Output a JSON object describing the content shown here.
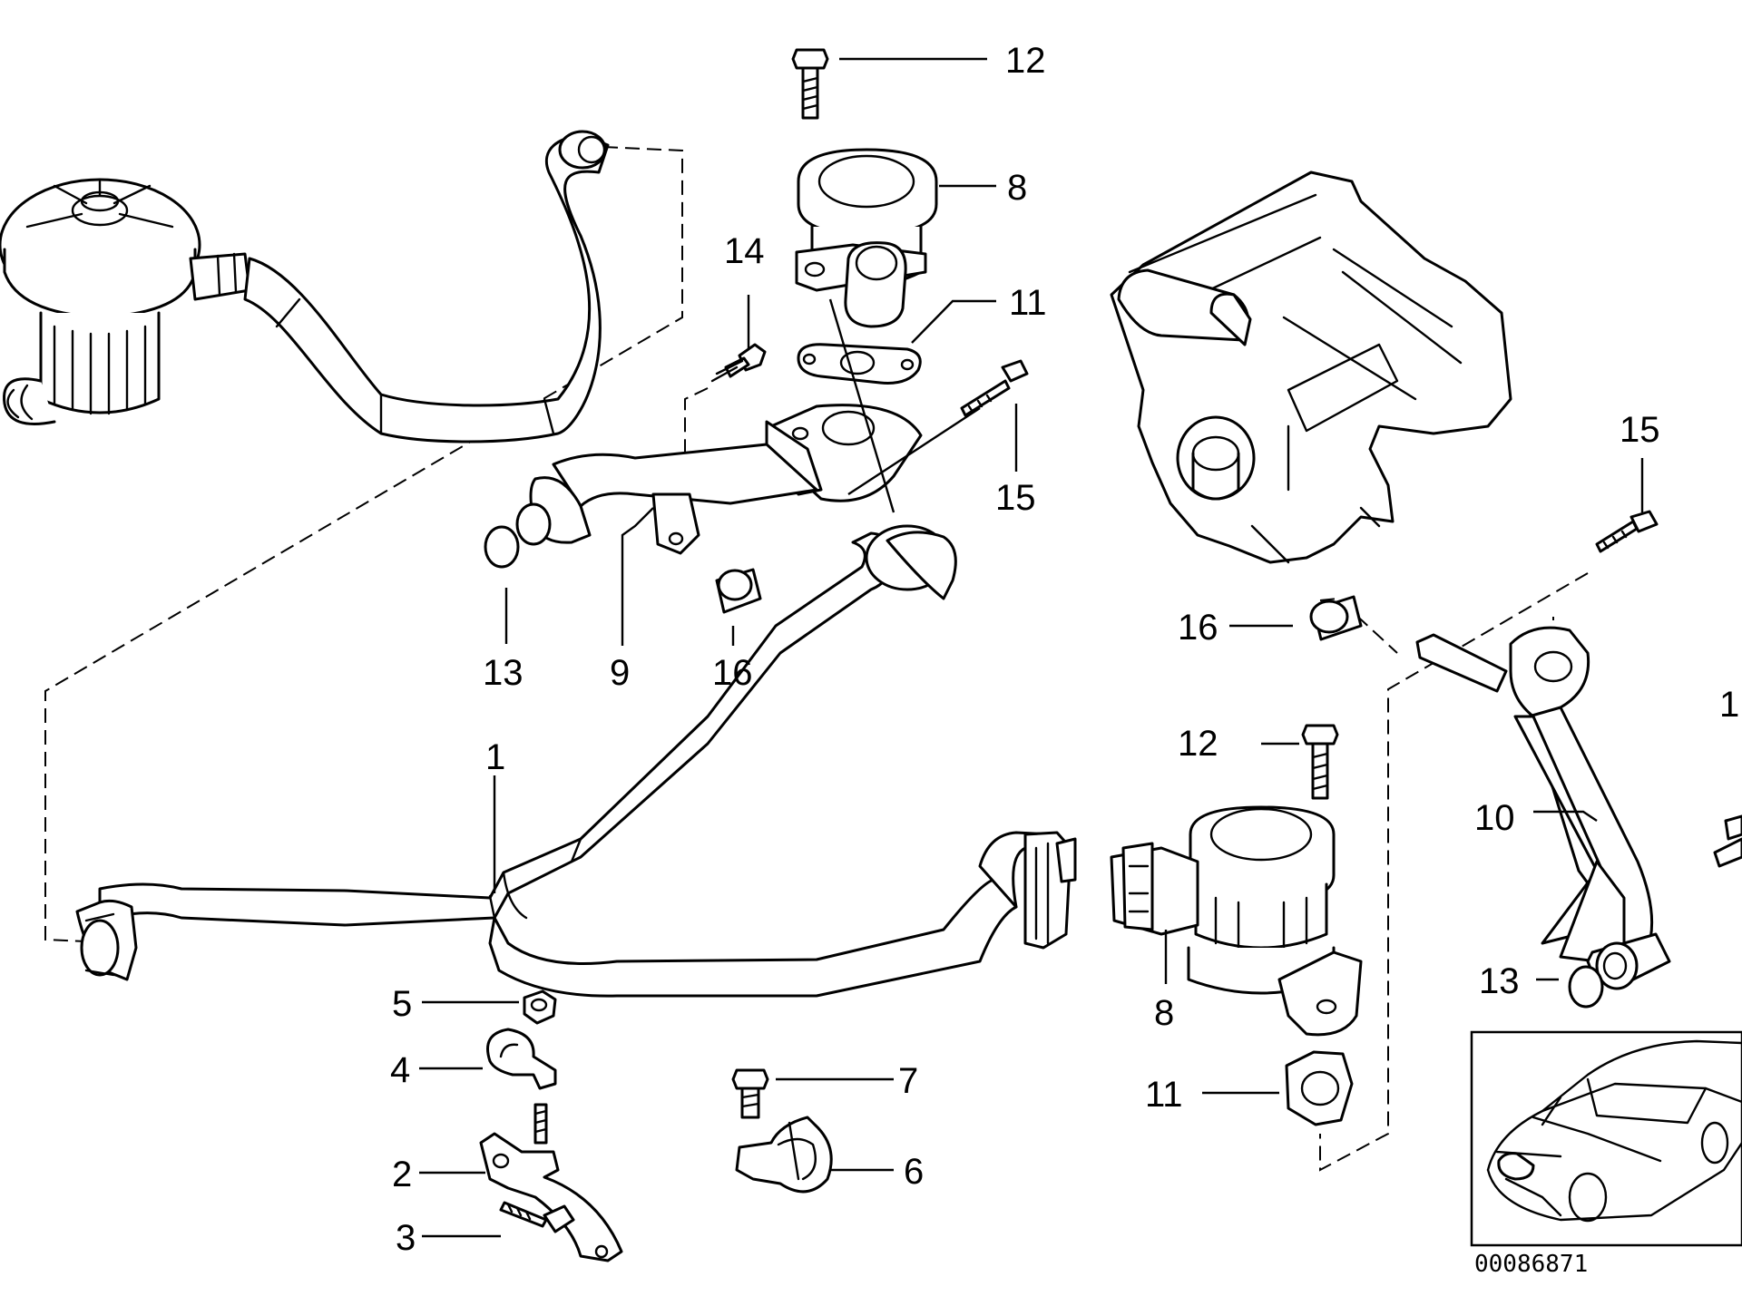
{
  "diagram": {
    "callouts": {
      "c12a": "12",
      "c8a": "8",
      "c14": "14",
      "c11a": "11",
      "c15a": "15",
      "c13a": "13",
      "c9": "9",
      "c16a": "16",
      "c1": "1",
      "c16b": "16",
      "c15b": "15",
      "c12b": "12",
      "c10": "10",
      "c1_edge": "1",
      "c5": "5",
      "c4": "4",
      "c2": "2",
      "c3": "3",
      "c7": "7",
      "c6": "6",
      "c8b": "8",
      "c11b": "11",
      "c13b": "13"
    },
    "catalog_number": "00086871"
  }
}
